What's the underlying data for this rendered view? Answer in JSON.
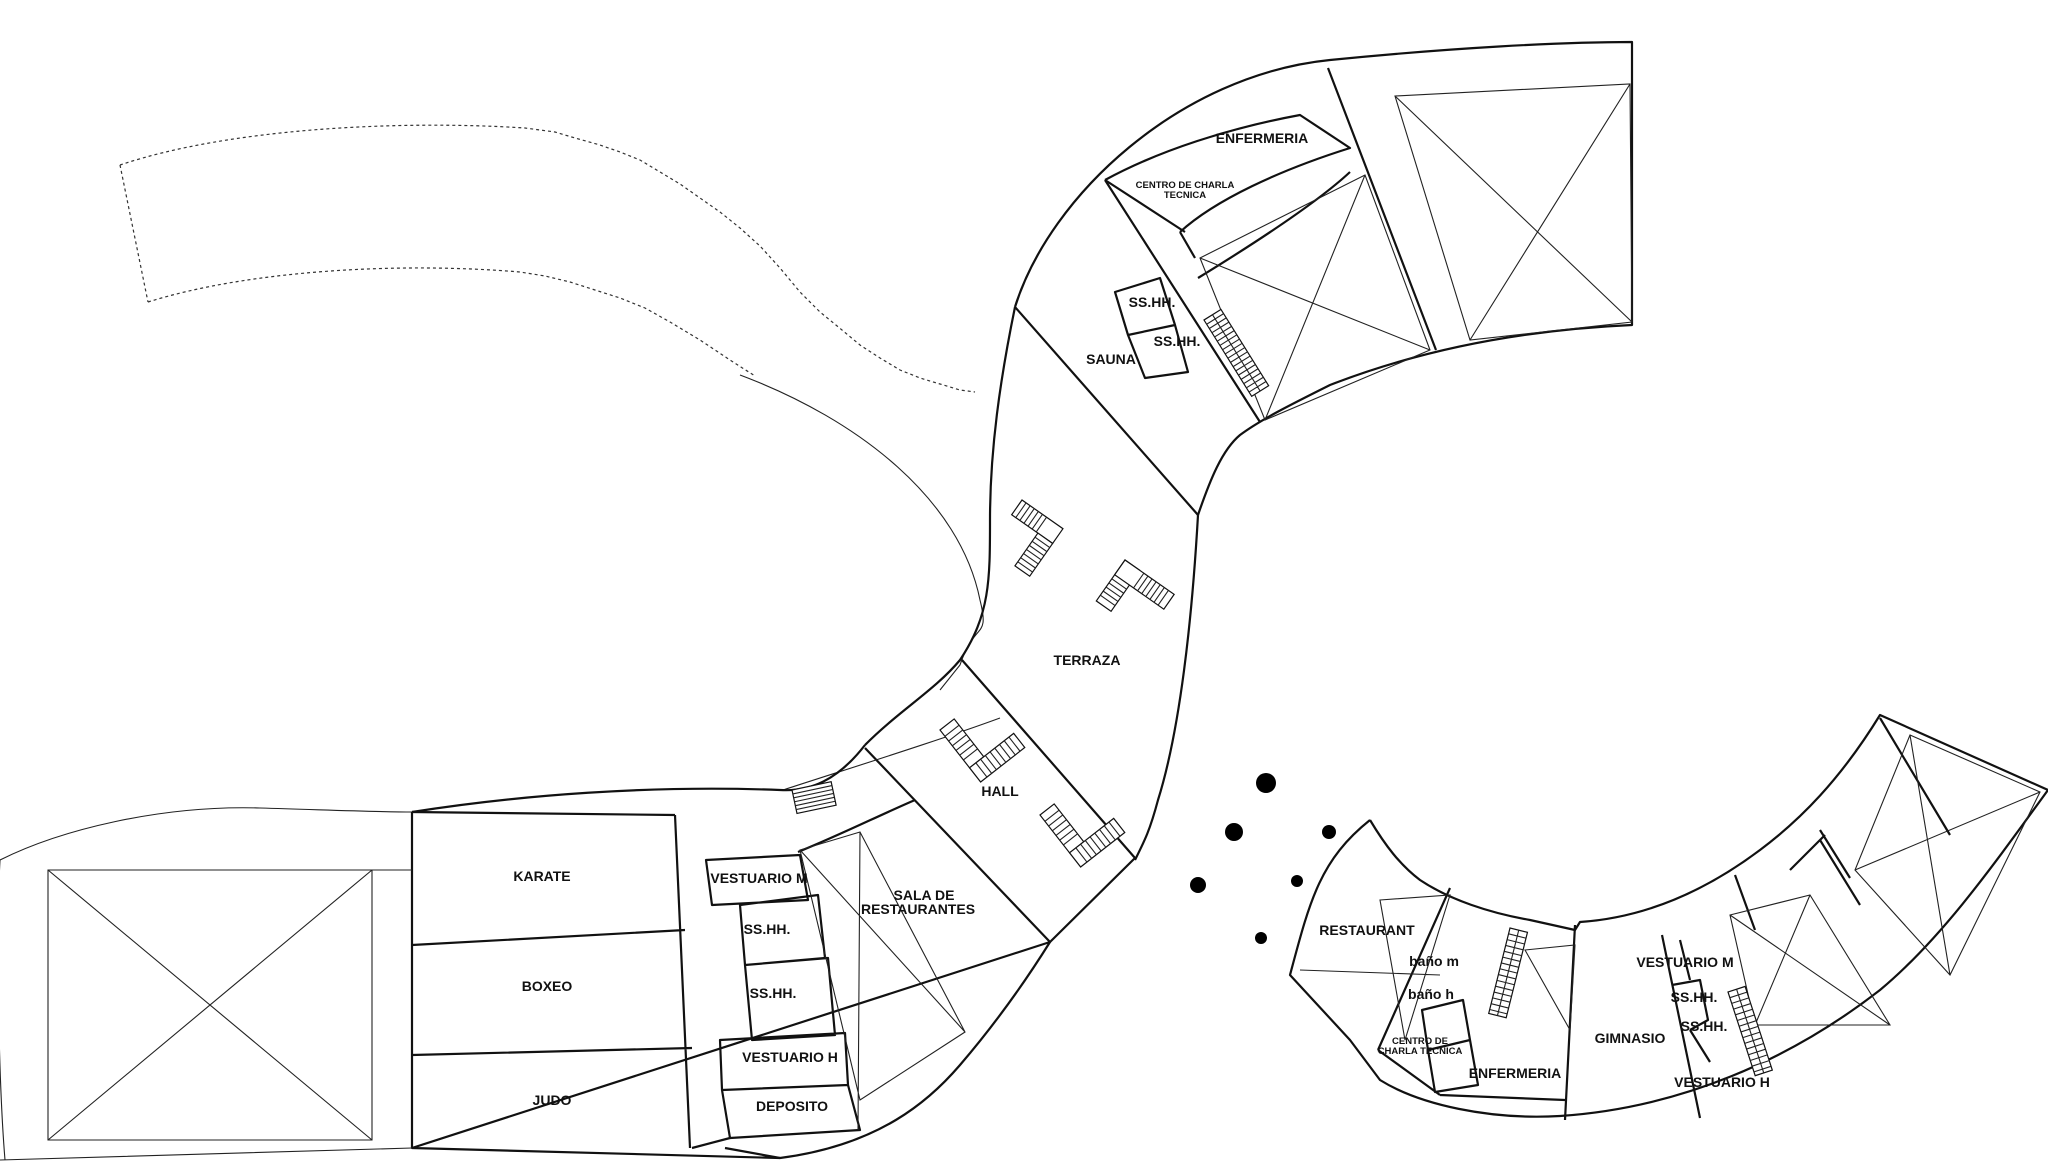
{
  "rooms": {
    "enfermeria_n": "ENFERMERIA",
    "centro_charla_n_1": "CENTRO DE CHARLA",
    "centro_charla_n_2": "TECNICA",
    "sshh_n_1": "SS.HH.",
    "sshh_n_2": "SS.HH.",
    "sauna": "SAUNA",
    "terraza": "TERRAZA",
    "hall": "HALL",
    "sala_1": "SALA DE",
    "sala_2": "RESTAURANTES",
    "karate": "KARATE",
    "boxeo": "BOXEO",
    "judo": "JUDO",
    "vestuario_m_w": "VESTUARIO M",
    "sshh_w_1": "SS.HH.",
    "sshh_w_2": "SS.HH.",
    "vestuario_h_w": "VESTUARIO H",
    "deposito": "DEPOSITO",
    "restaurant": "RESTAURANT",
    "bano_m": "baño m",
    "bano_h": "baño h",
    "centro_charla_e_1": "CENTRO DE",
    "centro_charla_e_2": "CHARLA TECNICA",
    "enfermeria_e": "ENFERMERIA",
    "gimnasio": "GIMNASIO",
    "vestuario_m_e": "VESTUARIO M",
    "sshh_e_1": "SS.HH.",
    "sshh_e_2": "SS.HH.",
    "vestuario_h_e": "VESTUARIO H"
  }
}
